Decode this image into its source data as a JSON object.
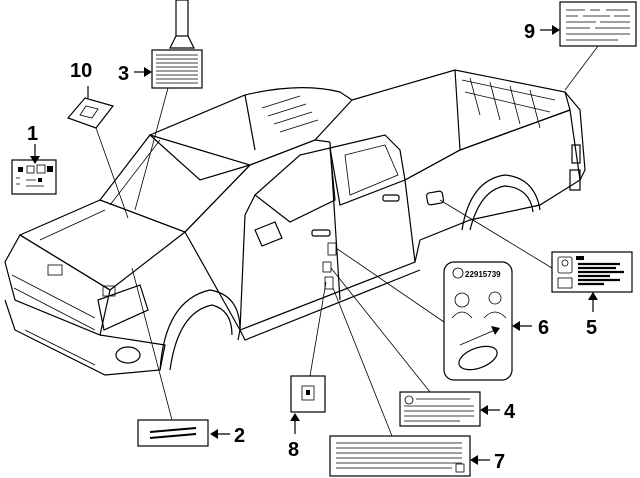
{
  "callouts": {
    "c1": "1",
    "c2": "2",
    "c3": "3",
    "c4": "4",
    "c5": "5",
    "c6": "6",
    "c7": "7",
    "c8": "8",
    "c9": "9",
    "c10": "10"
  },
  "label6_code": "22915739"
}
